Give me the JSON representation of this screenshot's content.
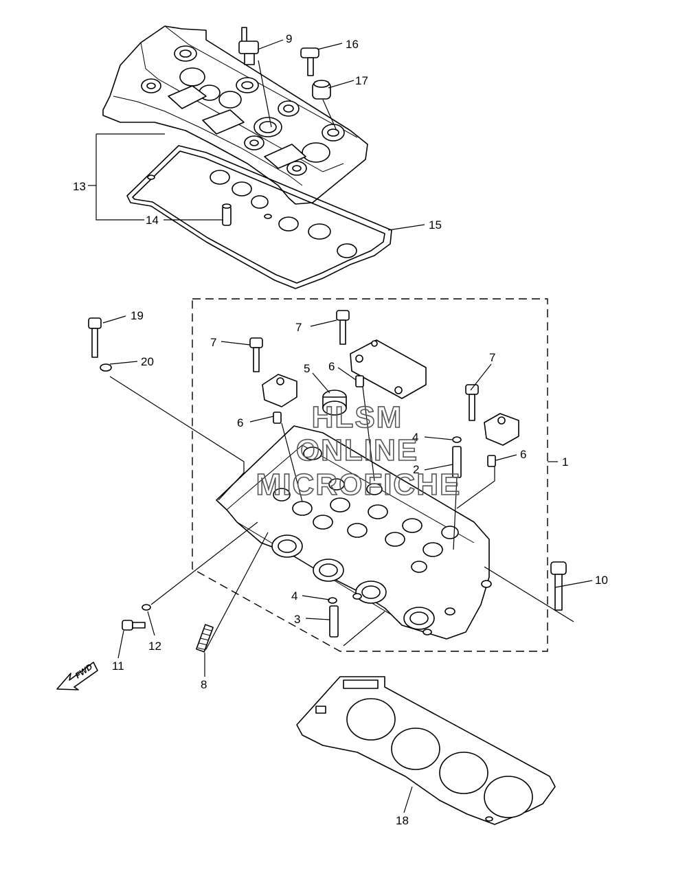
{
  "callouts": {
    "c1": "1",
    "c2": "2",
    "c3": "3",
    "c4a": "4",
    "c4b": "4",
    "c5": "5",
    "c6a": "6",
    "c6b": "6",
    "c6c": "6",
    "c7a": "7",
    "c7b": "7",
    "c7c": "7",
    "c8": "8",
    "c9": "9",
    "c10": "10",
    "c11": "11",
    "c12": "12",
    "c13": "13",
    "c14": "14",
    "c15": "15",
    "c16": "16",
    "c17": "17",
    "c18": "18",
    "c19": "19",
    "c20": "20"
  },
  "watermark": {
    "line1": "HLSM",
    "line2": "ONLINE",
    "line3": "MICROFICHE"
  },
  "direction_label": "FWD",
  "colors": {
    "line": "#000000",
    "background": "#ffffff",
    "watermark": "#555555"
  }
}
